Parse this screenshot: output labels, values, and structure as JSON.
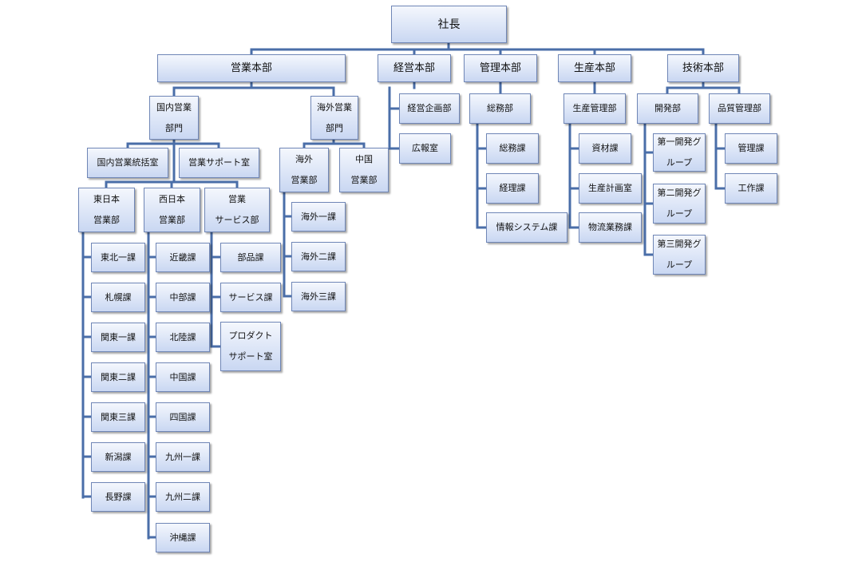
{
  "org": {
    "president": "社長",
    "sales_hq": "営業本部",
    "management_hq": "経営本部",
    "admin_hq": "管理本部",
    "production_hq": "生産本部",
    "tech_hq": "技術本部",
    "domestic_sales": "国内営業\n部門",
    "overseas_sales": "海外営業\n部門",
    "domestic_coord": "国内営業統括室",
    "sales_support": "営業サポート室",
    "east_japan": "東日本\n営業部",
    "west_japan": "西日本\n営業部",
    "service_dept": "営業\nサービス部",
    "overseas_dept": "海外\n営業部",
    "china_dept": "中国\n営業部",
    "mgmt_planning": "経営企画部",
    "pr_office": "広報室",
    "general_affairs": "総務部",
    "general_affairs_sec": "総務課",
    "accounting_sec": "経理課",
    "info_systems_sec": "情報システム課",
    "production_mgmt": "生産管理部",
    "materials_sec": "資材課",
    "production_plan": "生産計画室",
    "logistics_sec": "物流業務課",
    "development": "開発部",
    "dev_group_1": "第一開発グ\nループ",
    "dev_group_2": "第二開発グ\nループ",
    "dev_group_3": "第三開発グ\nループ",
    "quality_mgmt": "品質管理部",
    "management_sec": "管理課",
    "workshop_sec": "工作課",
    "east_sections": [
      "東北一課",
      "札幌課",
      "関東一課",
      "関東二課",
      "関東三課",
      "新潟課",
      "長野課"
    ],
    "west_sections": [
      "近畿課",
      "中部課",
      "北陸課",
      "中国課",
      "四国課",
      "九州一課",
      "九州二課",
      "沖縄課"
    ],
    "service_sections": [
      "部品課",
      "サービス課",
      "プロダクト\nサポート室"
    ],
    "overseas_sections": [
      "海外一課",
      "海外二課",
      "海外三課"
    ]
  }
}
